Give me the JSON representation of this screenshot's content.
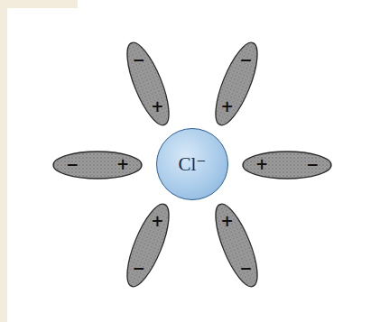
{
  "diagram": {
    "nodes": [
      {
        "text": [
          "−",
          "+"
        ]
      },
      {
        "text": [
          "−",
          "+"
        ]
      },
      {
        "text": [
          "−",
          "+"
        ]
      },
      {
        "text": [
          "Cl⁻"
        ]
      },
      {
        "text": [
          "+",
          "−"
        ]
      },
      {
        "text": [
          "+",
          "−"
        ]
      },
      {
        "text": [
          "+",
          "−"
        ]
      }
    ]
  }
}
